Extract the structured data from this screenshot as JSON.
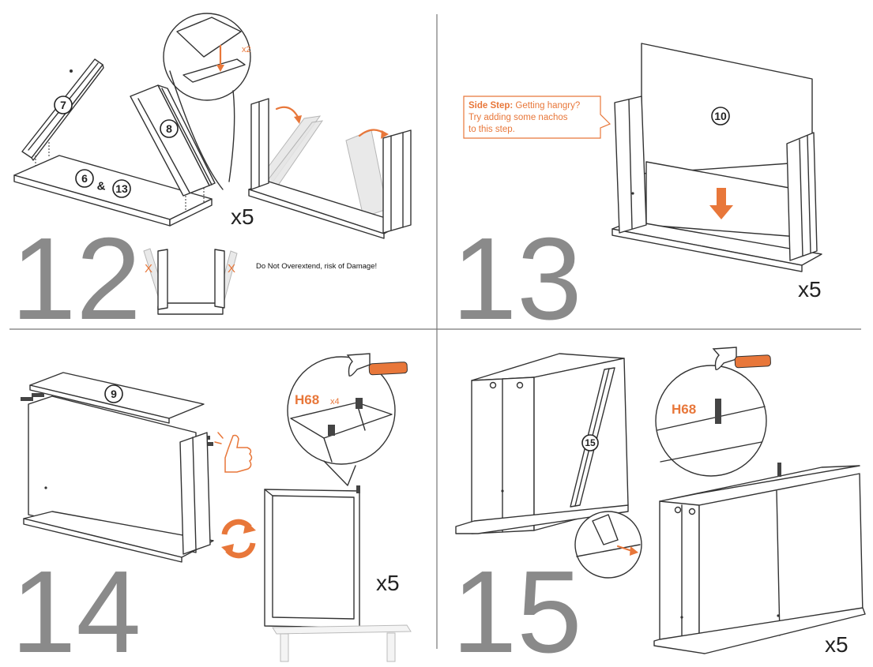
{
  "steps": [
    {
      "number": "12",
      "parts": [
        "7",
        "8",
        "6",
        "13"
      ],
      "parts_joiner": "&",
      "detail_multiplier": "x2",
      "multiplier": "x5",
      "warning_mark": "X",
      "warning": "Do Not Overextend, risk of Damage!"
    },
    {
      "number": "13",
      "parts": [
        "10"
      ],
      "side_step": {
        "title": "Side Step:",
        "line1": " Getting hangry?",
        "line2": "Try adding some nachos",
        "line3": "to this step."
      },
      "multiplier": "x5"
    },
    {
      "number": "14",
      "parts": [
        "9"
      ],
      "hardware": "H68",
      "hardware_multiplier": "x4",
      "multiplier": "x5"
    },
    {
      "number": "15",
      "parts": [
        "15"
      ],
      "hardware": "H68",
      "multiplier": "x5"
    }
  ],
  "icons": [
    "hammer-icon",
    "thumbs-up-icon",
    "rotate-icon",
    "arrow-down-icon"
  ],
  "colors": {
    "accent": "#E8773A",
    "line": "#333333",
    "step_number": "#8a8a8a",
    "divider": "#777777"
  }
}
